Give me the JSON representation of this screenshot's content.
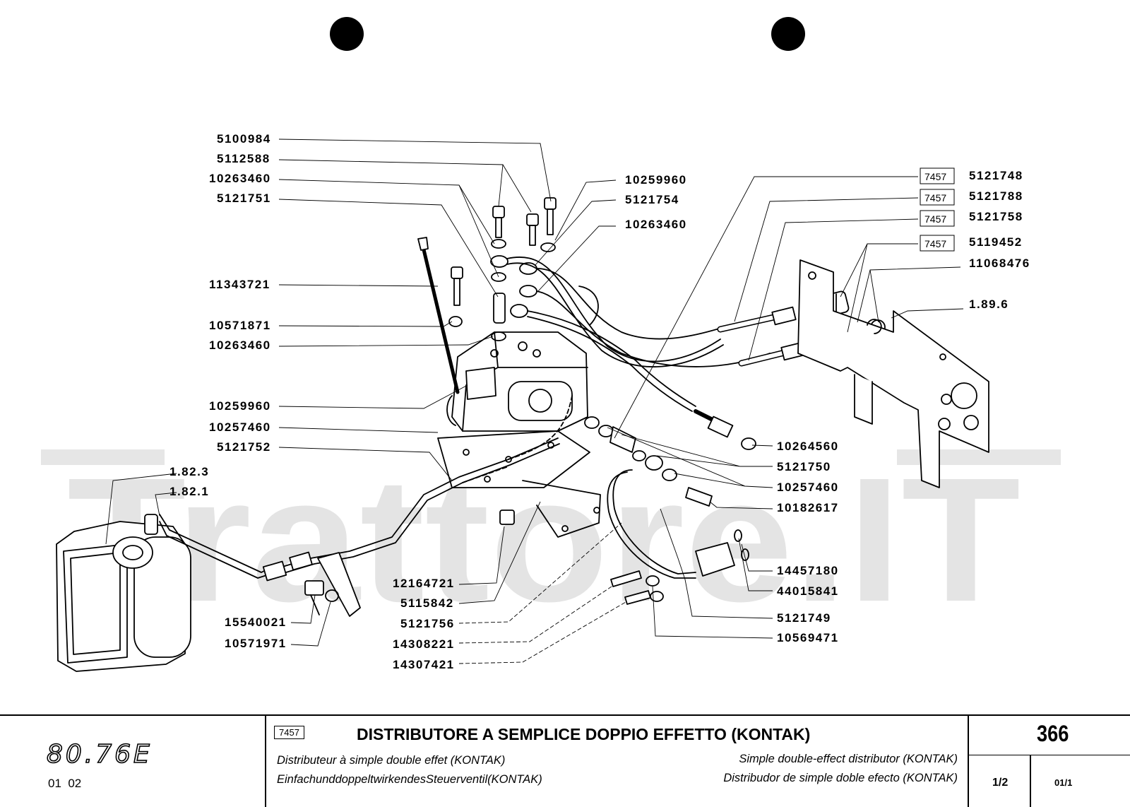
{
  "diagram": {
    "watermark": "Trattore.IT",
    "parts_left": [
      "5100984",
      "5112588",
      "10263460",
      "5121751",
      "11343721",
      "10571871",
      "10263460",
      "10259960",
      "10257460",
      "5121752",
      "1.82.3",
      "1.82.1",
      "12164721",
      "5115842",
      "5121756",
      "14308221",
      "14307421",
      "15540021",
      "10571971"
    ],
    "parts_top": [
      "10259960",
      "5121754",
      "10263460"
    ],
    "parts_right": [
      "5121748",
      "5121788",
      "5121758",
      "5119452",
      "11068476",
      "1.89.6",
      "10264560",
      "5121750",
      "10257460",
      "10182617",
      "14457180",
      "44015841",
      "5121749",
      "10569471"
    ],
    "kit_tags": [
      "7457",
      "7457",
      "7457",
      "7457"
    ]
  },
  "title_block": {
    "model": "80.76E",
    "codes": "01  02",
    "group_code": "7457",
    "title": "DISTRIBUTORE A SEMPLICE DOPPIO EFFETTO (KONTAK)",
    "sub_fr": "Distributeur à simple double effet (KONTAK)",
    "sub_de": "EinfachunddoppeltwirkendesSteuerventil(KONTAK)",
    "sub_en": "Simple double-effect distributor (KONTAK)",
    "sub_es": "Distribudor de simple doble efecto (KONTAK)",
    "page": "366",
    "sheet": "1/2",
    "revision": "01/1"
  }
}
